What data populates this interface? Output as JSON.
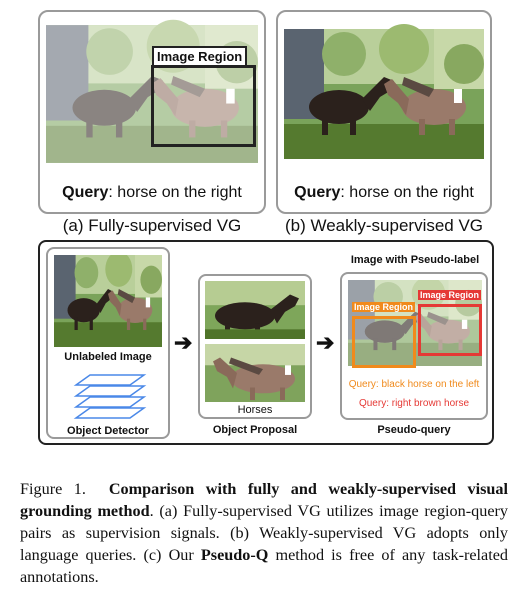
{
  "panel_a": {
    "region_label": "Image Region",
    "query_bold": "Query",
    "query_rest": ": horse on the right",
    "subtitle": "(a) Fully-supervised VG"
  },
  "panel_b": {
    "query_bold": "Query",
    "query_rest": ": horse on the right",
    "subtitle": "(b) Weakly-supervised VG"
  },
  "panel_c": {
    "unlabeled_label": "Unlabeled Image",
    "detector_label": "Object Detector",
    "proposal_label": "Object Proposal",
    "horses_label": "Horses",
    "pseudo_title": "Image with Pseudo-label",
    "region_left": "Image Region",
    "region_right": "Image Region",
    "query_left": "Query: black horse on the left",
    "query_right": "Query: right brown horse",
    "pseudo_query_label": "Pseudo-query",
    "colors": {
      "orange": "#f08a1c",
      "red": "#e53935"
    }
  },
  "caption": {
    "prefix": "Figure 1.",
    "bold": "Comparison with fully and weakly-supervised visual grounding method",
    "text1": ". (a) Fully-supervised VG utilizes image region-query pairs as supervision signals. (b) Weakly-supervised VG adopts only language queries. (c) Our ",
    "bold2": "Pseudo-Q",
    "text2": " method is free of any task-related annotations."
  }
}
